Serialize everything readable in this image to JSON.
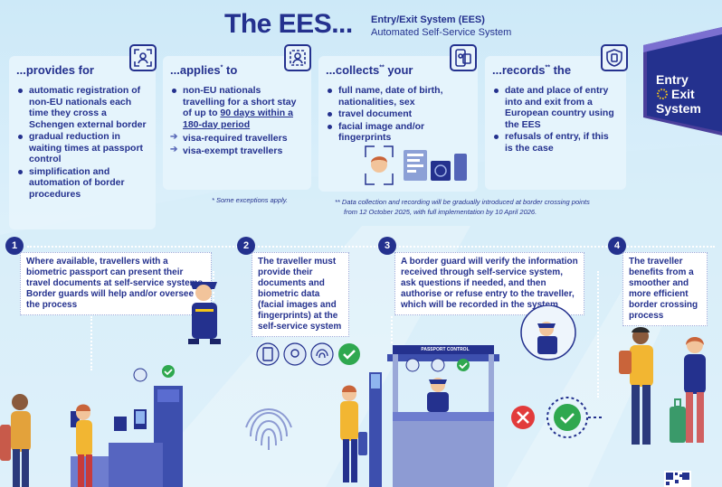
{
  "header": {
    "title": "The EES...",
    "subtitle_bold": "Entry/Exit System (EES)",
    "subtitle": "Automated Self-Service System"
  },
  "badge": {
    "line1": "Entry",
    "line2": "Exit",
    "line3": "System"
  },
  "cards": {
    "provides": {
      "title": "...provides for",
      "items": [
        "automatic registration of non-EU nationals each time they cross a Schengen external border",
        "gradual reduction in waiting times at passport control",
        "simplification and automation of border procedures"
      ]
    },
    "applies": {
      "title_pre": "...applies",
      "title_sup": "*",
      "title_post": " to",
      "item1": "non-EU nationals travelling for a short stay of up to",
      "item1_underlined": "90 days within a 180-day period",
      "arrows": [
        "visa-required travellers",
        "visa-exempt travellers"
      ],
      "note": "*  Some exceptions apply."
    },
    "collects": {
      "title_pre": "...collects",
      "title_sup": "**",
      "title_post": " your",
      "items": [
        "full name, date of birth, nationalities, sex",
        "travel document",
        "facial image and/or fingerprints"
      ]
    },
    "records": {
      "title_pre": "...records",
      "title_sup": "**",
      "title_post": " the",
      "items": [
        "date and place of entry into and exit from a European country using the EES",
        "refusals of entry, if this is the case"
      ]
    }
  },
  "collection_note": {
    "line1": "** Data collection and recording will be gradually introduced at border crossing points",
    "line2": "from 12 October 2025, with full implementation by 10 April 2026."
  },
  "steps": [
    {
      "num": "1",
      "text": "Where available, travellers with a biometric passport can present their travel documents at self-service systems. Border guards will help and/or oversee the process"
    },
    {
      "num": "2",
      "text": "The traveller must provide their documents and biometric data (facial images and fingerprints) at the self-service system"
    },
    {
      "num": "3",
      "text": "A border guard will verify the information received through self-service system, ask questions if needed, and then authorise or refuse entry to the traveller, which will be recorded in the system"
    },
    {
      "num": "4",
      "text": "The traveller benefits from a smoother and more efficient border crossing process"
    }
  ],
  "booth_sign": "PASSPORT CONTROL",
  "colors": {
    "navy": "#24318e",
    "accept_green": "#2fa84f",
    "refuse_red": "#e23b3b",
    "flag_purple": "#4b3f9b"
  },
  "icons": [
    "face-scan-icon",
    "face-frame-icon",
    "phone-passport-icon",
    "passport-shield-icon",
    "fingerprint-icon",
    "checkmark-icon",
    "cross-icon"
  ]
}
